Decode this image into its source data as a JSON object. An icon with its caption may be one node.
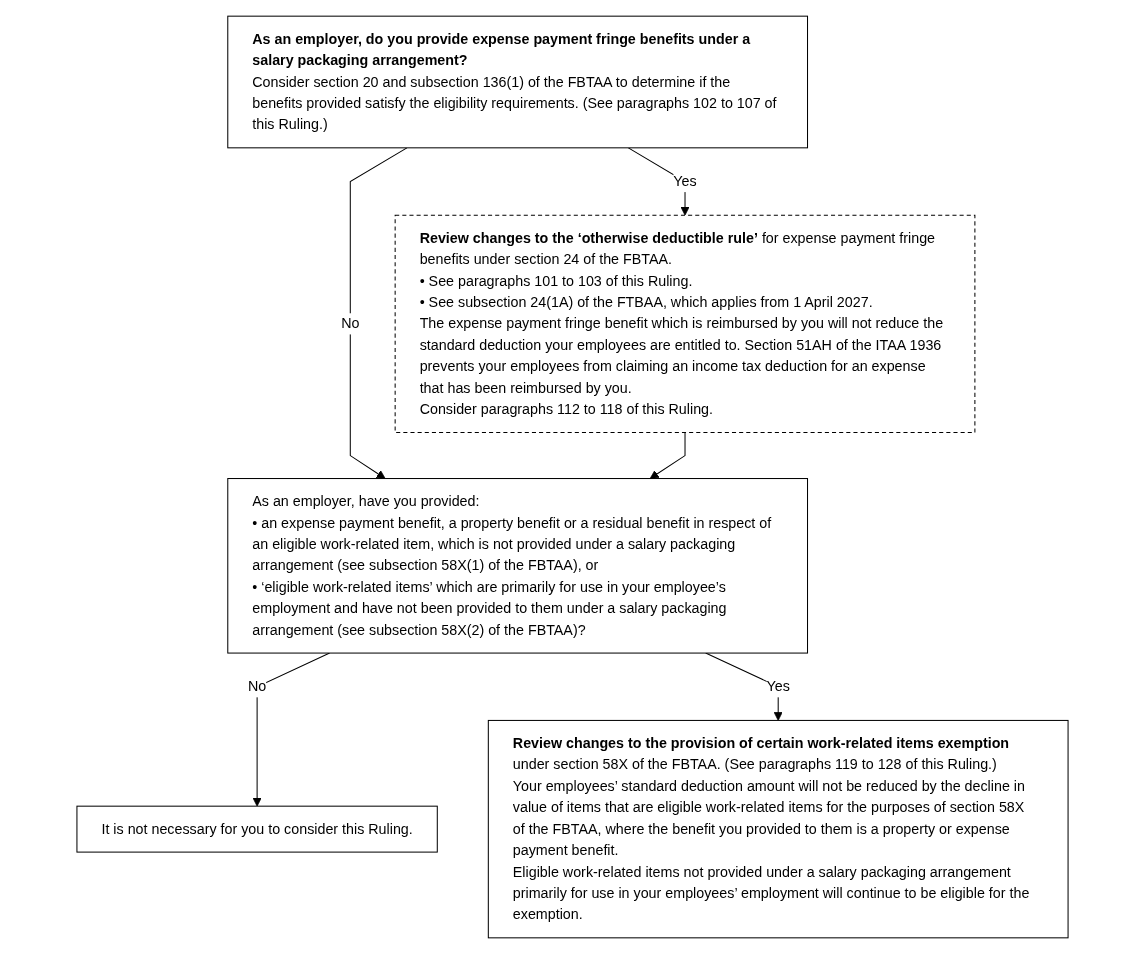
{
  "diagram": {
    "nodes": [
      {
        "text": [
          "As an employer, do you provide expense payment fringe benefits under a salary packaging arrangement?",
          "Consider section 20 and subsection 136(1) of the FBTAA to determine if the benefits provided satisfy the eligibility requirements. (See paragraphs 102 to 107 of this Ruling.)"
        ]
      },
      {
        "text": [
          "**Review changes to the ‘otherwise deductible rule’** for expense payment fringe benefits under section 24 of the FBTAA.",
          "• See paragraphs 101 to 103 of this Ruling.",
          "• See subsection 24(1A) of the FTBAA, which applies from 1 April 2027.",
          "The expense payment fringe benefit which is reimbursed by you will not reduce the standard deduction your employees are entitled to. Section 51AH of the ITAA 1936 prevents your employees from claiming an income tax deduction for an expense that has been reimbursed by you.",
          "Consider paragraphs 112 to 118 of this Ruling."
        ]
      },
      {
        "text": [
          "As an employer, have you provided:",
          "• an expense payment benefit, a property benefit or a residual benefit in respect of an eligible work-related item, which is not provided under a salary packaging arrangement (see subsection 58X(1) of the FBTAA), or",
          "• ‘eligible work-related items’ which are primarily for use in your employee’s employment and have not been provided to them under a salary packaging arrangement (see subsection 58X(2) of the FBTAA)?"
        ]
      },
      {
        "text": [
          "It is not necessary for you to consider this Ruling."
        ]
      },
      {
        "text": [
          "**Review changes to the provision of certain work-related items exemption** under section 58X of the FBTAA. (See paragraphs 119 to 128 of this Ruling.)",
          "Your employees’ standard deduction amount will not be reduced by the decline in value of items that are eligible work-related items for the purposes of section 58X of the FBTAA, where the benefit you provided to them is a property or expense payment benefit.",
          "Eligible work-related items not provided under a salary packaging arrangement primarily for use in your employees’ employment will continue to be eligible for the exemption."
        ]
      }
    ],
    "edges": [
      {
        "from": 0,
        "to": 1,
        "arrow": "to",
        "label": "Yes"
      },
      {
        "from": 0,
        "to": 2,
        "arrow": "to",
        "label": "No"
      },
      {
        "from": 1,
        "to": 2,
        "arrow": "to"
      },
      {
        "from": 2,
        "to": 3,
        "arrow": "to",
        "label": "No"
      },
      {
        "from": 2,
        "to": 4,
        "arrow": "to",
        "label": "Yes"
      }
    ]
  }
}
